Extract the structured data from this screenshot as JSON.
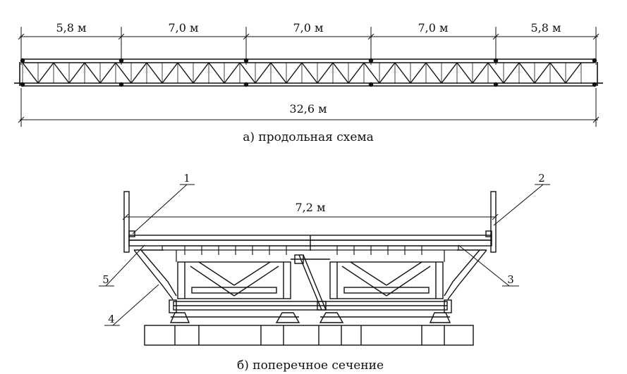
{
  "longitudinal": {
    "spans": [
      "5,8 м",
      "7,0 м",
      "7,0 м",
      "7,0 м",
      "5,8 м"
    ],
    "total": "32,6 м",
    "caption": "а) продольная схема"
  },
  "cross_section": {
    "width": "7,2 м",
    "callouts": [
      "1",
      "2",
      "3",
      "4",
      "5"
    ],
    "caption": "б) поперечное сечение"
  }
}
